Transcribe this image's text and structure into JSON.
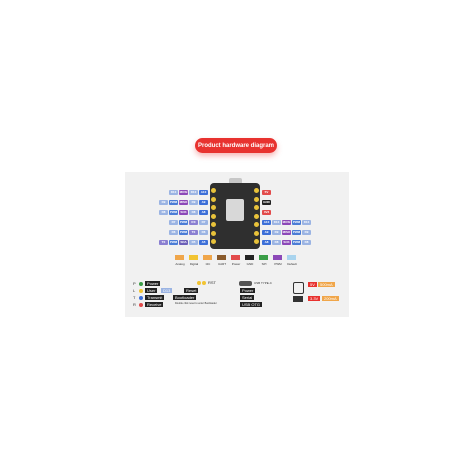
{
  "header": {
    "title": "Product hardware diagram"
  },
  "colors": {
    "accent": "#e8322f",
    "analog": "#3c6fd8",
    "digital": "#9bb4e3",
    "gpio": "#d7d2ec",
    "uart": "#8a7fd1",
    "power": "#e24b4b",
    "gnd": "#222222",
    "spi": "#8c49b8",
    "pwm": "#4c7dd6",
    "default": "#a9d4ee",
    "orange": "#f0a64a",
    "yellow": "#f2c432",
    "green": "#3a9d47",
    "brown": "#8a5a2b"
  },
  "left_pins": [
    [
      "D10",
      "MOSI",
      "D10",
      "A10"
    ],
    [
      "D9",
      "PWM",
      "MISO",
      "D9",
      "A9"
    ],
    [
      "D8",
      "PWM",
      "SCK",
      "D8",
      "A8"
    ],
    [
      "D7",
      "PWM",
      "RX",
      "D7"
    ],
    [
      "D6",
      "PWM",
      "TX",
      "D6"
    ],
    [
      "TX",
      "PWM",
      "SDA",
      "D5",
      "A5"
    ]
  ],
  "right_pins": [
    [
      "5V"
    ],
    [
      "GND"
    ],
    [
      "3V3"
    ],
    [
      "A10",
      "D10",
      "MOSI",
      "PWM",
      "D10"
    ],
    [
      "A9",
      "D9",
      "MISO",
      "PWM",
      "D9"
    ],
    [
      "A8",
      "D8",
      "SCK",
      "PWM",
      "D8"
    ]
  ],
  "legend": {
    "labels": [
      "Analog",
      "Digital",
      "I2C",
      "UART",
      "Power",
      "GND",
      "SPI",
      "PWM",
      "Default"
    ]
  },
  "leds": [
    {
      "letter": "P",
      "tag": "Power"
    },
    {
      "letter": "L",
      "tag": "User",
      "extra": "D13"
    },
    {
      "letter": "T",
      "tag": "Transmit"
    },
    {
      "letter": "R",
      "tag": "Receive"
    }
  ],
  "buttons": {
    "rst_label": "RST",
    "reset": "Reset",
    "bootloader": "Bootloader",
    "boot_note": "Double click reset to enter Bootloader"
  },
  "usb": {
    "type_label": "USB TYPE-C",
    "power": "Power",
    "serial": "Serial",
    "otg": "USB OTG"
  },
  "power_specs": [
    {
      "volt": "5V",
      "current": "500mA"
    },
    {
      "volt": "3.3V",
      "current": "200mA"
    }
  ]
}
